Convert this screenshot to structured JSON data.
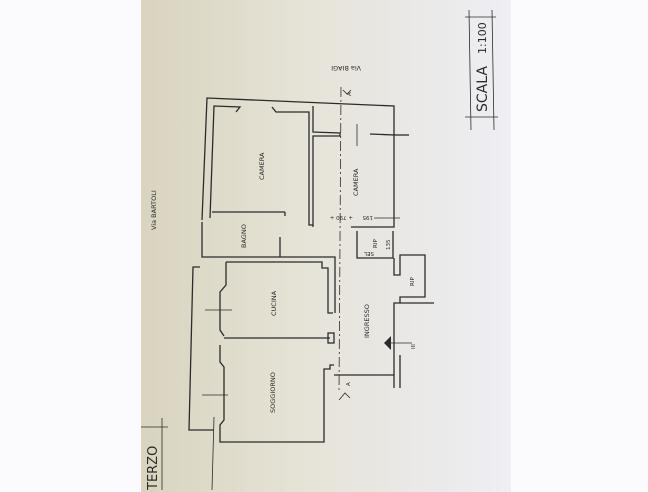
{
  "plan": {
    "scale_label": "SCALA",
    "scale_value": "1:100",
    "floor_label": "TERZO",
    "street_left": "Via BARTOLI",
    "street_top": "Via BIAGI",
    "section_mark": "A",
    "rooms": {
      "camera_1": "CAMERA",
      "camera_2": "CAMERA",
      "bagno": "BAGNO",
      "cucina": "CUCINA",
      "soggiorno": "SOGGIORNO",
      "ingresso": "INGRESSO",
      "rip_1": "RIP",
      "rip_2": "RIP",
      "sel": "SEL"
    },
    "dimensions": {
      "d1": "+ 790 +",
      "d2": "195",
      "d3": "135",
      "stair": "III"
    }
  },
  "colors": {
    "paper_left": "#dcd7c3",
    "paper_right": "#ececf2",
    "ink": "#2b2b2b"
  }
}
